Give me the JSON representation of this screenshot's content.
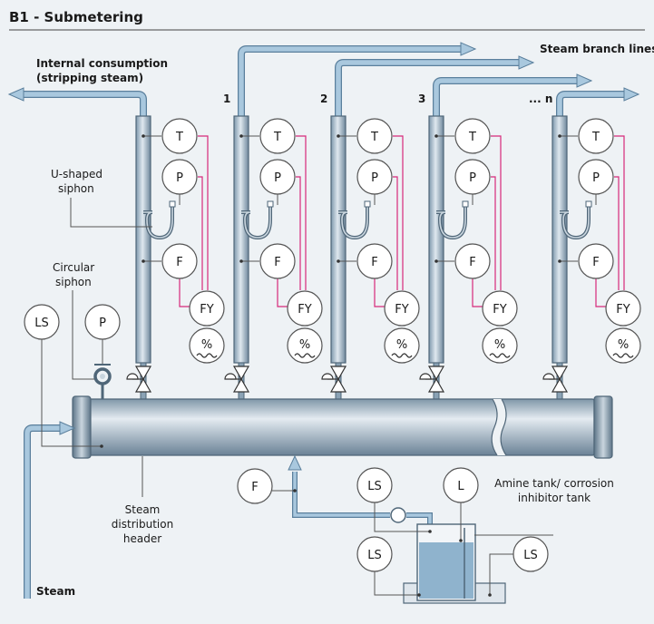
{
  "title": "B1 - Submetering",
  "labels": {
    "internal_consumption_1": "Internal consumption",
    "internal_consumption_2": "(stripping steam)",
    "steam_branch_lines": "Steam branch lines",
    "u_siphon_1": "U-shaped",
    "u_siphon_2": "siphon",
    "circular_siphon_1": "Circular",
    "circular_siphon_2": "siphon",
    "header_1": "Steam",
    "header_2": "distribution",
    "header_3": "header",
    "steam_in": "Steam",
    "amine_1": "Amine tank/ corrosion",
    "amine_2": "inhibitor tank"
  },
  "branch_numbers": [
    "1",
    "2",
    "3",
    "... n"
  ],
  "instruments": {
    "temperature": "T",
    "pressure": "P",
    "flow": "F",
    "flow_computer": "FY",
    "percent": "%",
    "level_switch": "LS",
    "level": "L"
  },
  "colors": {
    "pipe": "#a9c8de",
    "pipe_outline": "#5a7f9c",
    "header": "#b9c7d3",
    "signal_line": "#d6297a",
    "tank_liquid": "#8fb3cd"
  }
}
